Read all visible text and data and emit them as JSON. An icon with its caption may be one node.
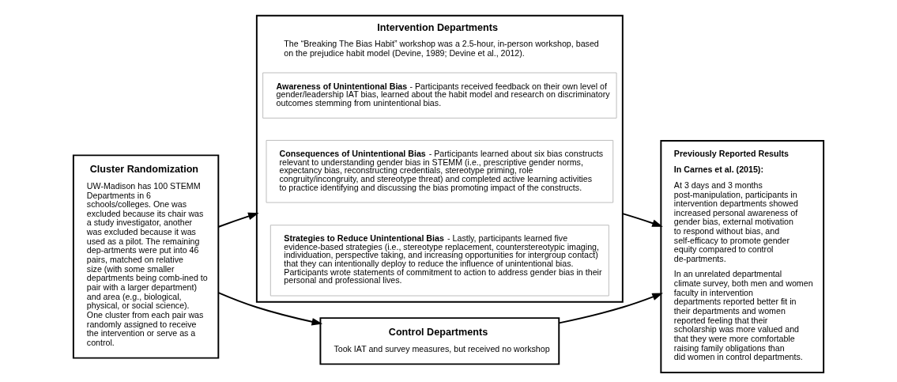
{
  "diagram": {
    "nodes": [
      {
        "text": [
          "Cluster Randomization",
          "UW-Madison has 100 STEMM Departments in 6 schools/colleges. One was excluded because its chair was a study investigator, another was excluded because it was used as a pilot. The remaining dep-artments were put into 46 pairs, matched on relative size (with some smaller departments being comb-ined to pair with a larger department) and area (e.g., biological, physical, or social science). One cluster from each pair was randomly assigned to receive the intervention or serve as a control."
        ]
      },
      {
        "text": [
          "Intervention Departments",
          "The “Breaking The Bias Habit” workshop was a 2.5-hour, in-person workshop, based on the prejudice habit model (Devine, 1989; Devine et al., 2012)."
        ]
      },
      {
        "text": [
          "**Awareness of Unintentional Bias** - Participants received feedback on their own level of gender/leadership IAT bias, learned about the habit model and research on discriminatory outcomes stemming from unintentional bias."
        ],
        "in": 1
      },
      {
        "text": [
          "**Consequences of Unintentional Bias** - Participants learned about six bias constructs relevant to understanding gender bias in STEMM (i.e., prescriptive gender norms, expectancy bias, reconstructing credentials, stereotype priming, role congruity/incongruity, and stereotype threat) and completed active learning activities to practice identifying and discussing the bias promoting impact of the constructs."
        ],
        "in": 1
      },
      {
        "text": [
          "**Strategies to Reduce Unintentional Bias** - Lastly, participants learned five evidence-based strategies (i.e., stereotype replacement, counterstereotypic imaging, individuation, perspective taking, and increasing opportunities for intergroup contact) that they can intentionally deploy to reduce the influence of unintentional bias.  Participants wrote statements of commitment to action to address gender bias in their personal and professional lives."
        ],
        "in": 1
      },
      {
        "text": [
          "Control Departments",
          "Took IAT and survey measures, but received no workshop"
        ]
      },
      {
        "text": [
          "Previously Reported Results",
          "In Carnes et al. (2015):",
          "At 3 days and 3 months post-manipulation, participants in intervention departments showed increased personal awareness of gender bias, external motivation to respond without bias, and self-efficacy to promote gender equity compared to control de-partments.",
          "In an unrelated departmental climate survey, both men and women faculty in intervention departments reported better fit in their departments and women reported feeling that their scholarship was more valued and that they were more comfortable raising family obligations than did women in control departments."
        ]
      }
    ],
    "edges": [
      {
        "from": 0,
        "to": 1,
        "arrow": "to"
      },
      {
        "from": 0,
        "to": 5,
        "arrow": "to"
      },
      {
        "from": 1,
        "to": 6,
        "arrow": "to"
      },
      {
        "from": 5,
        "to": 6,
        "arrow": "to"
      }
    ]
  }
}
